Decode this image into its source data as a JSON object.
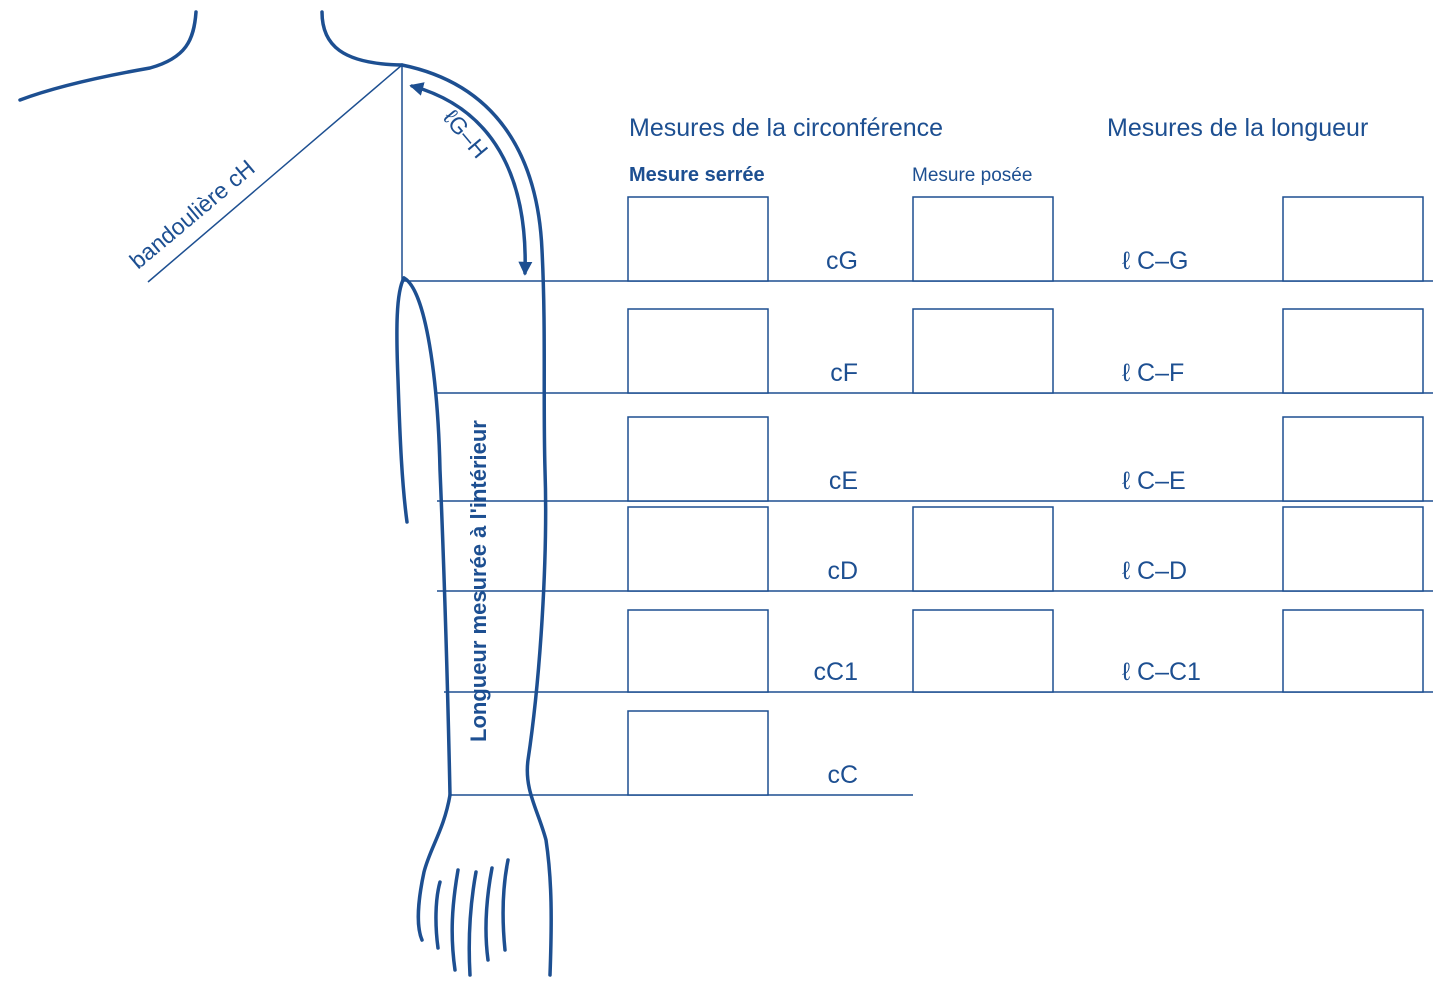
{
  "colors": {
    "primary": "#1d4f91",
    "background": "#ffffff"
  },
  "headers": {
    "circumference": "Mesures de la circonférence",
    "length": "Mesures de la longueur",
    "tight": "Mesure serrée",
    "loose": "Mesure posée"
  },
  "labels": {
    "shoulder_strap": "bandoulière cH",
    "length_gh": "ℓG–H",
    "inner_length": "Longueur mesurée à l'intérieur"
  },
  "rows": [
    {
      "circ_label": "cG",
      "length_label": "ℓ C–G",
      "has_tight": true,
      "has_loose": true,
      "has_length": true
    },
    {
      "circ_label": "cF",
      "length_label": "ℓ C–F",
      "has_tight": true,
      "has_loose": true,
      "has_length": true
    },
    {
      "circ_label": "cE",
      "length_label": "ℓ C–E",
      "has_tight": true,
      "has_loose": false,
      "has_length": true
    },
    {
      "circ_label": "cD",
      "length_label": "ℓ C–D",
      "has_tight": true,
      "has_loose": true,
      "has_length": true
    },
    {
      "circ_label": "cC1",
      "length_label": "ℓ C–C1",
      "has_tight": true,
      "has_loose": true,
      "has_length": true
    },
    {
      "circ_label": "cC",
      "length_label": "",
      "has_tight": true,
      "has_loose": false,
      "has_length": false
    }
  ]
}
